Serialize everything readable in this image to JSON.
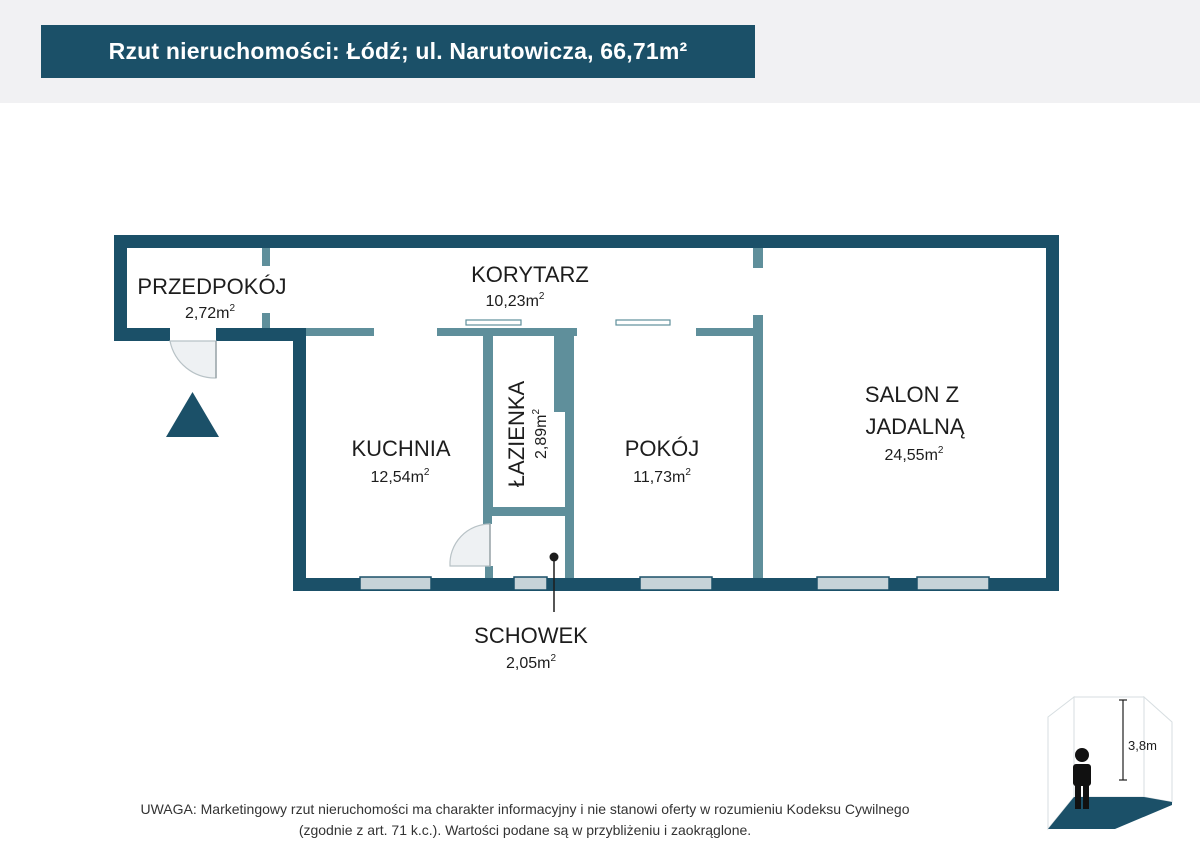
{
  "header": {
    "title": "Rzut nieruchomości: Łódź; ul. Narutowicza, 66,71m²"
  },
  "rooms": {
    "przedpokoj": {
      "name": "PRZEDPOKÓJ",
      "area": "2,72m",
      "unit_sup": "2"
    },
    "korytarz": {
      "name": "KORYTARZ",
      "area": "10,23m",
      "unit_sup": "2"
    },
    "kuchnia": {
      "name": "KUCHNIA",
      "area": "12,54m",
      "unit_sup": "2"
    },
    "lazienka": {
      "name": "ŁAZIENKA",
      "area": "2,89m",
      "unit_sup": "2"
    },
    "pokoj": {
      "name": "POKÓJ",
      "area": "11,73m",
      "unit_sup": "2"
    },
    "salon": {
      "name_line1": "SALON Z",
      "name_line2": "JADALNĄ",
      "area": "24,55m",
      "unit_sup": "2"
    },
    "schowek": {
      "name": "SCHOWEK",
      "area": "2,05m",
      "unit_sup": "2"
    }
  },
  "ceiling": {
    "height": "3,8m"
  },
  "colors": {
    "title_bg": "#1b5068",
    "wall_outer": "#1b5068",
    "wall_inner": "#5f8f9b",
    "window_fill": "#c7d3d8"
  },
  "icons": {
    "entrance": "entrance-triangle-icon",
    "person": "person-height-icon"
  },
  "disclaimer": {
    "line1": "UWAGA: Marketingowy rzut nieruchomości ma charakter informacyjny i nie stanowi oferty w rozumieniu Kodeksu Cywilnego",
    "line2": "(zgodnie z art. 71 k.c.). Wartości podane są w przybliżeniu i zaokrąglone."
  }
}
